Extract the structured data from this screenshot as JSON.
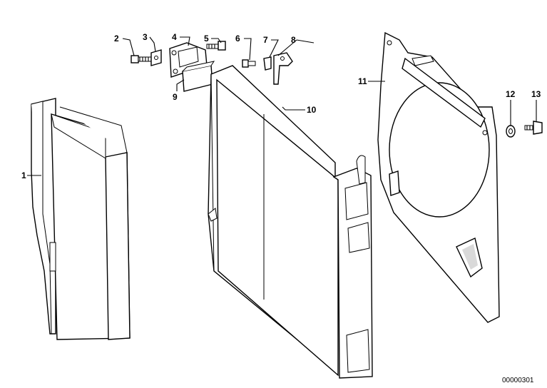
{
  "callouts": {
    "p1": "1",
    "p2": "2",
    "p3": "3",
    "p4": "4",
    "p5": "5",
    "p6": "6",
    "p7": "7",
    "p8": "8",
    "p9": "9",
    "p10": "10",
    "p11": "11",
    "p12": "12",
    "p13": "13"
  },
  "drawing_code": "00000301"
}
